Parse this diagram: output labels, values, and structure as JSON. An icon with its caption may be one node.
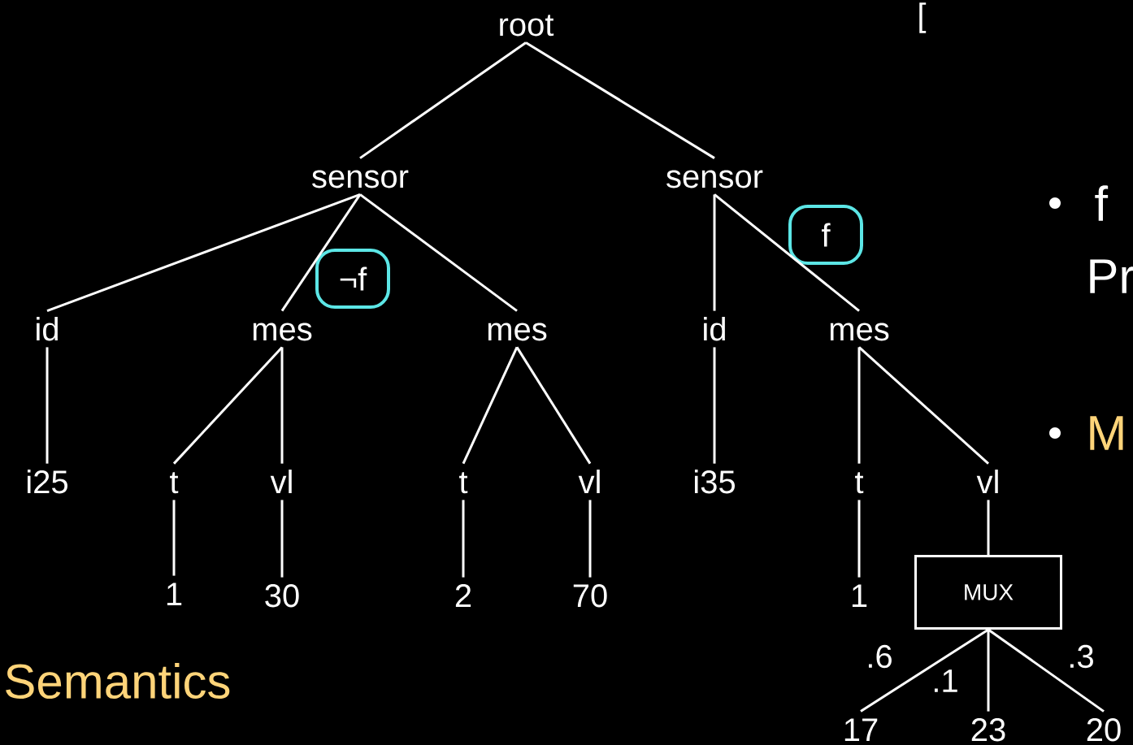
{
  "diagram": {
    "nodes": [
      {
        "text": [
          "root"
        ]
      },
      {
        "text": [
          "sensor"
        ]
      },
      {
        "text": [
          "sensor"
        ]
      },
      {
        "text": [
          "id"
        ]
      },
      {
        "text": [
          "mes"
        ]
      },
      {
        "text": [
          "mes"
        ]
      },
      {
        "text": [
          "id"
        ]
      },
      {
        "text": [
          "mes"
        ]
      },
      {
        "text": [
          "i25"
        ]
      },
      {
        "text": [
          "t"
        ]
      },
      {
        "text": [
          "vl"
        ]
      },
      {
        "text": [
          "t"
        ]
      },
      {
        "text": [
          "vl"
        ]
      },
      {
        "text": [
          "i35"
        ]
      },
      {
        "text": [
          "t"
        ]
      },
      {
        "text": [
          "vl"
        ]
      },
      {
        "text": [
          "1"
        ]
      },
      {
        "text": [
          "30"
        ]
      },
      {
        "text": [
          "2"
        ]
      },
      {
        "text": [
          "70"
        ]
      },
      {
        "text": [
          "1"
        ]
      },
      {
        "text": [
          "MUX"
        ]
      },
      {
        "text": [
          "17"
        ]
      },
      {
        "text": [
          "23"
        ]
      },
      {
        "text": [
          "20"
        ]
      },
      {
        "text": [
          "¬f"
        ]
      },
      {
        "text": [
          "f"
        ]
      }
    ],
    "edges": [
      {
        "from": 0,
        "to": 1,
        "arrow": "none"
      },
      {
        "from": 0,
        "to": 2,
        "arrow": "none"
      },
      {
        "from": 1,
        "to": 3,
        "arrow": "none"
      },
      {
        "from": 1,
        "to": 4,
        "arrow": "none"
      },
      {
        "from": 1,
        "to": 5,
        "arrow": "none"
      },
      {
        "from": 2,
        "to": 6,
        "arrow": "none"
      },
      {
        "from": 2,
        "to": 7,
        "arrow": "none"
      },
      {
        "from": 3,
        "to": 8,
        "arrow": "none"
      },
      {
        "from": 4,
        "to": 9,
        "arrow": "none"
      },
      {
        "from": 4,
        "to": 10,
        "arrow": "none"
      },
      {
        "from": 5,
        "to": 11,
        "arrow": "none"
      },
      {
        "from": 5,
        "to": 12,
        "arrow": "none"
      },
      {
        "from": 6,
        "to": 13,
        "arrow": "none"
      },
      {
        "from": 7,
        "to": 14,
        "arrow": "none"
      },
      {
        "from": 7,
        "to": 15,
        "arrow": "none"
      },
      {
        "from": 9,
        "to": 16,
        "arrow": "none"
      },
      {
        "from": 10,
        "to": 17,
        "arrow": "none"
      },
      {
        "from": 11,
        "to": 18,
        "arrow": "none"
      },
      {
        "from": 12,
        "to": 19,
        "arrow": "none"
      },
      {
        "from": 14,
        "to": 20,
        "arrow": "none"
      },
      {
        "from": 15,
        "to": 21,
        "arrow": "none"
      },
      {
        "from": 21,
        "to": 22,
        "label": ".6",
        "arrow": "none"
      },
      {
        "from": 21,
        "to": 23,
        "label": ".1",
        "arrow": "none"
      },
      {
        "from": 21,
        "to": 24,
        "label": ".3",
        "arrow": "none"
      }
    ],
    "labels": [
      "[",
      "f",
      "Pr",
      "M",
      "Semantics"
    ]
  }
}
